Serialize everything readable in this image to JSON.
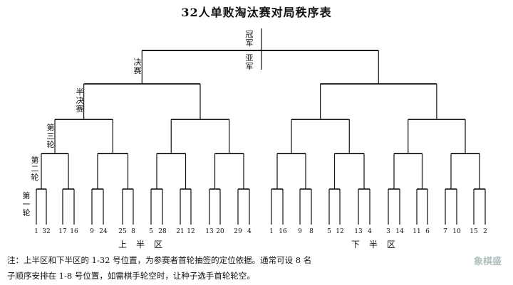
{
  "title": "32人单败淘汰赛对局秩序表",
  "round_labels": {
    "champion": "冠军",
    "runner_up": "亚军",
    "final": "决赛",
    "semifinal": "半决赛",
    "round3": "第三轮",
    "round2": "第二轮",
    "round1": "第一轮"
  },
  "seeds_upper": [
    "1",
    "32",
    "17",
    "16",
    "9",
    "24",
    "25",
    "8",
    "5",
    "28",
    "21",
    "12",
    "13",
    "20",
    "29",
    "4"
  ],
  "seeds_lower": [
    "1",
    "16",
    "9",
    "8",
    "5",
    "12",
    "13",
    "4",
    "3",
    "14",
    "11",
    "6",
    "7",
    "10",
    "15",
    "2"
  ],
  "halves": {
    "upper": "上半区",
    "lower": "下半区"
  },
  "note": {
    "line1": "注：上半区和下半区的 1-32 号位置，为参赛者首轮抽签的定位依据。通常可设 8 名",
    "line2": "子顺序安排在 1-8 号位置，如需棋手轮空时，让种子选手首轮轮空。"
  },
  "watermark": "象棋盛"
}
